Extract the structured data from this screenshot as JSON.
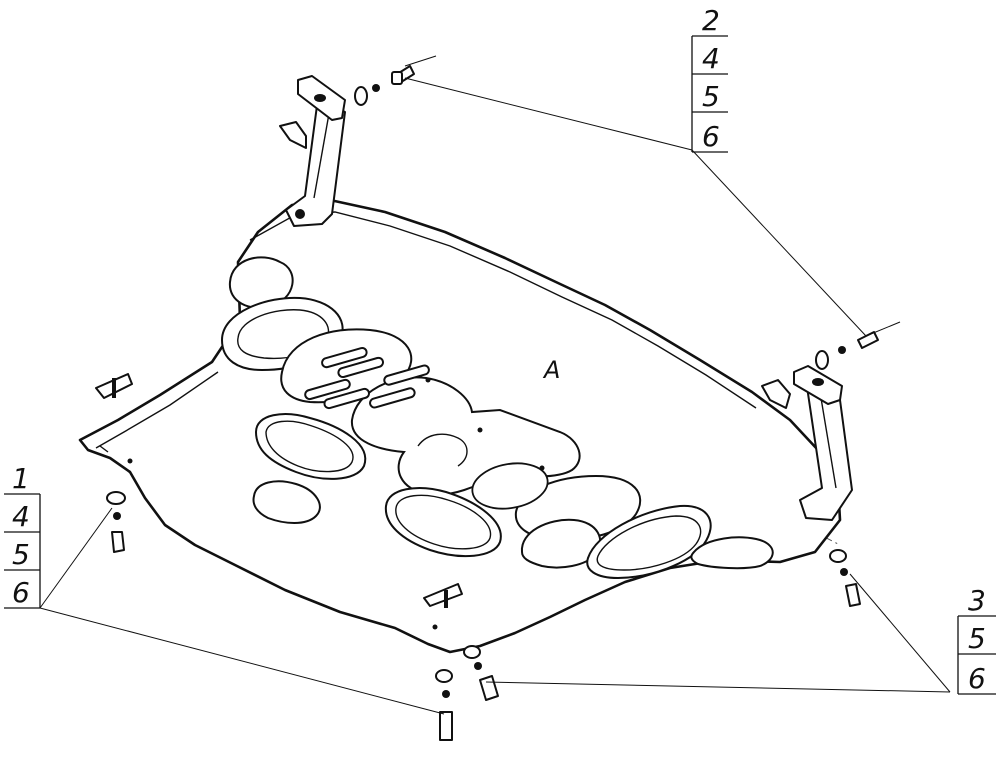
{
  "drawing": {
    "panel_label": "A",
    "callouts": [
      {
        "id": "top-right",
        "items": [
          "2",
          "4",
          "5",
          "6"
        ]
      },
      {
        "id": "left",
        "items": [
          "1",
          "4",
          "5",
          "6"
        ]
      },
      {
        "id": "bottom-right",
        "items": [
          "3",
          "5",
          "6"
        ]
      }
    ]
  }
}
